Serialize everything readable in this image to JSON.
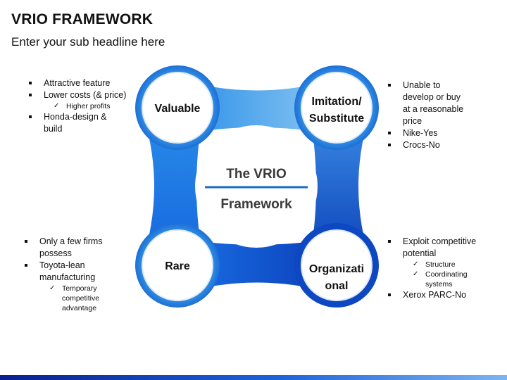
{
  "header": {
    "title": "VRIO FRAMEWORK",
    "subtitle": "Enter your sub headline here"
  },
  "colors": {
    "light_blue": "#5fb0ea",
    "mid_blue": "#2a8ee8",
    "dark_blue": "#0b4fc4",
    "center_line": "#1a6cc7"
  },
  "center": {
    "line1": "The VRIO",
    "line2": "Framework"
  },
  "nodes": [
    {
      "id": "valuable",
      "lines": [
        "Valuable"
      ]
    },
    {
      "id": "imitation",
      "lines": [
        "Imitation/",
        "Substitute"
      ]
    },
    {
      "id": "rare",
      "lines": [
        "Rare"
      ]
    },
    {
      "id": "organizational",
      "lines": [
        "Organizati",
        "onal"
      ]
    }
  ],
  "lists": {
    "valuable": [
      {
        "text": "Attractive feature",
        "sub": false
      },
      {
        "text": "Lower costs (& price)",
        "sub": false
      },
      {
        "text": "Higher profits",
        "sub": true
      },
      {
        "text": "Honda-design &",
        "sub": false
      },
      {
        "text": "build",
        "sub": false,
        "cont": true
      }
    ],
    "imitation": [
      {
        "text": "Unable to",
        "sub": false
      },
      {
        "text": "develop or buy",
        "sub": false,
        "cont": true
      },
      {
        "text": "at a reasonable",
        "sub": false,
        "cont": true
      },
      {
        "text": "price",
        "sub": false,
        "cont": true
      },
      {
        "text": "Nike-Yes",
        "sub": false
      },
      {
        "text": "Crocs-No",
        "sub": false
      }
    ],
    "rare": [
      {
        "text": "Only a few firms",
        "sub": false
      },
      {
        "text": "possess",
        "sub": false,
        "cont": true
      },
      {
        "text": "Toyota-lean",
        "sub": false
      },
      {
        "text": "manufacturing",
        "sub": false,
        "cont": true
      },
      {
        "text": "Temporary",
        "sub": true
      },
      {
        "text": "competitive",
        "sub": true,
        "cont": true
      },
      {
        "text": "advantage",
        "sub": true,
        "cont": true
      }
    ],
    "organizational": [
      {
        "text": "Exploit competitive",
        "sub": false
      },
      {
        "text": "potential",
        "sub": false,
        "cont": true
      },
      {
        "text": "Structure",
        "sub": true
      },
      {
        "text": "Coordinating",
        "sub": true
      },
      {
        "text": "systems",
        "sub": true,
        "cont": true
      },
      {
        "text": "Xerox PARC-No",
        "sub": false
      }
    ]
  }
}
